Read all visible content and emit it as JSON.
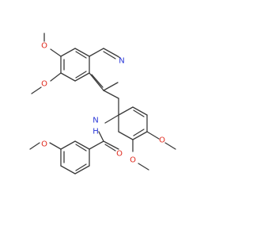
{
  "molecule": {
    "atoms": [
      {
        "id": "O1",
        "text": "O",
        "element": "O"
      },
      {
        "id": "O2",
        "text": "O",
        "element": "O"
      },
      {
        "id": "N1",
        "text": "N",
        "element": "N"
      },
      {
        "id": "N2",
        "text": "N",
        "element": "N"
      },
      {
        "id": "H1",
        "text": "H",
        "element": "N"
      },
      {
        "id": "O3",
        "text": "O",
        "element": "O"
      },
      {
        "id": "O4",
        "text": "O",
        "element": "O"
      },
      {
        "id": "O5",
        "text": "O",
        "element": "O"
      },
      {
        "id": "O6",
        "text": "O",
        "element": "O"
      }
    ]
  },
  "colors": {
    "bond": "#3a3a3a",
    "oxygen": "#e0281c",
    "nitrogen": "#2836d8",
    "background": "#ffffff"
  }
}
